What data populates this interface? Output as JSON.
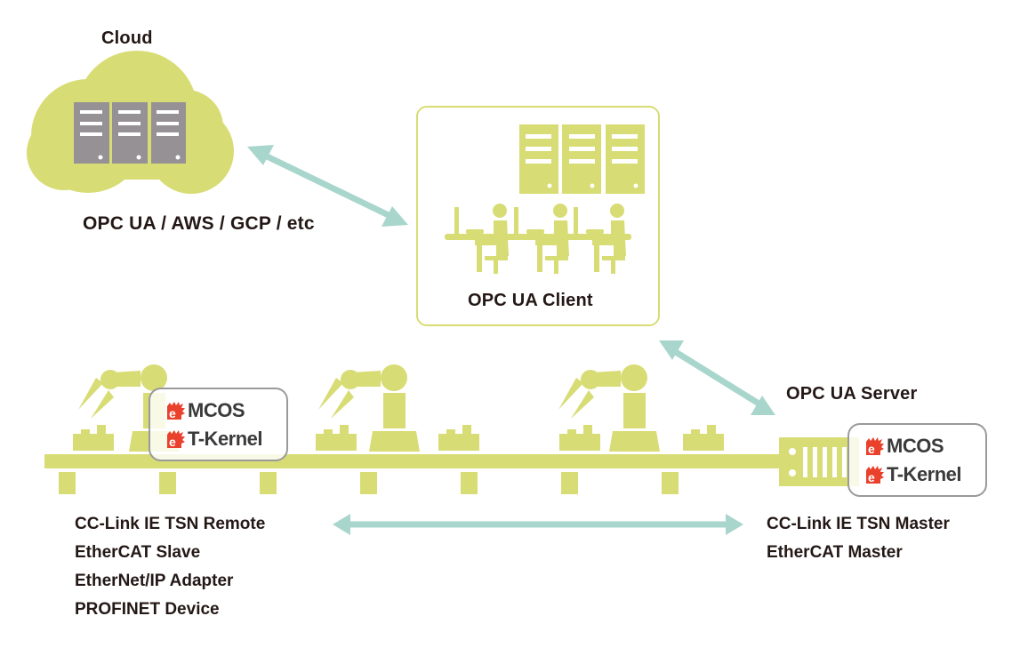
{
  "colors": {
    "lime": "#d8dc74",
    "server_gray": "#969194",
    "arrow_teal": "#a9d6cc",
    "os_logo_red": "#e9412b",
    "text": "#231815"
  },
  "cloud": {
    "title": "Cloud",
    "protocols": "OPC UA / AWS / GCP / etc"
  },
  "client": {
    "label": "OPC UA Client"
  },
  "server": {
    "label": "OPC UA Server"
  },
  "os_badges": [
    {
      "items": [
        {
          "icon": "emcos-logo-icon",
          "name": "MCOS"
        },
        {
          "icon": "etkernel-logo-icon",
          "name": "T-Kernel"
        }
      ]
    },
    {
      "items": [
        {
          "icon": "emcos-logo-icon",
          "name": "MCOS"
        },
        {
          "icon": "etkernel-logo-icon",
          "name": "T-Kernel"
        }
      ]
    }
  ],
  "remote_protocols": [
    "CC-Link IE TSN Remote",
    "EtherCAT Slave",
    "EtherNet/IP Adapter",
    "PROFINET Device"
  ],
  "master_protocols": [
    "CC-Link IE TSN Master",
    "EtherCAT Master"
  ]
}
